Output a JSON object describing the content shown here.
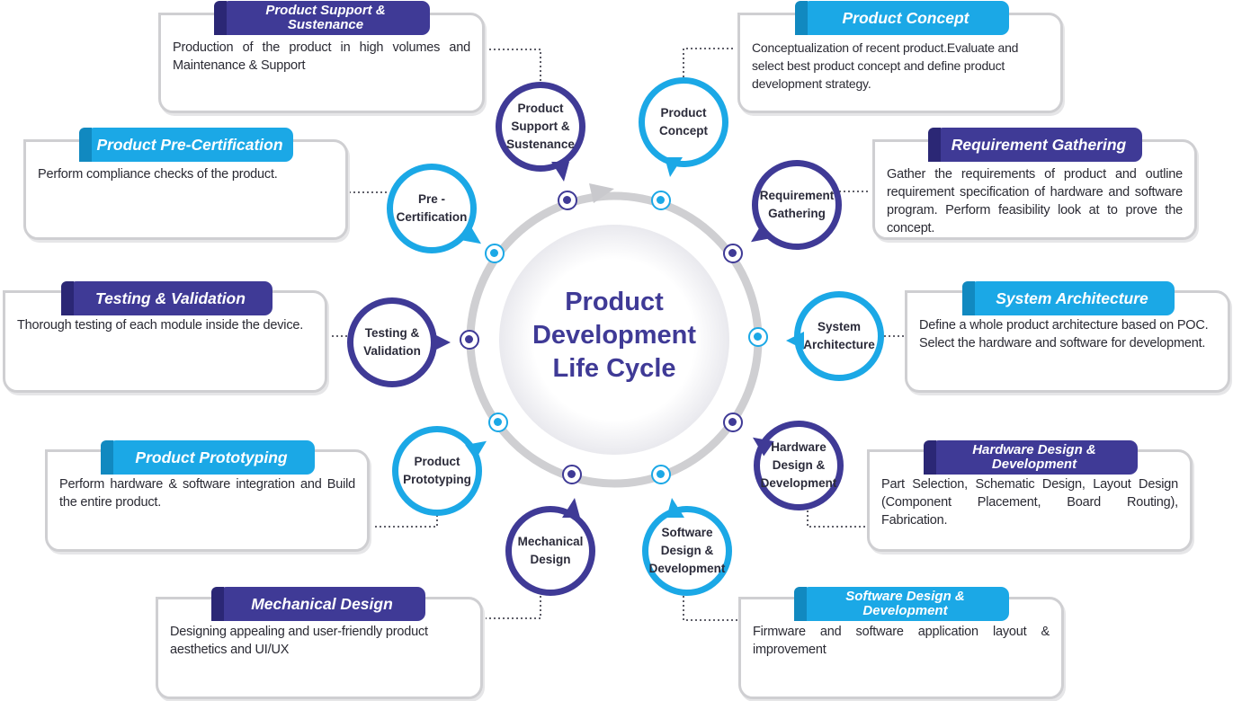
{
  "center": {
    "line1": "Product",
    "line2": "Development",
    "line3": "Life Cycle"
  },
  "colors": {
    "dark": "#3f3a96",
    "light": "#1ba8e6",
    "ring": "#cfcfd2",
    "card_border": "#cfcfd2"
  },
  "stages": {
    "support": {
      "tag_line1": "Product Support &",
      "tag_line2": "Sustenance",
      "bubble_line1": "Product",
      "bubble_line2": "Support &",
      "bubble_line3": "Sustenance",
      "desc": "Production of the product in high volumes and Maintenance & Support"
    },
    "concept": {
      "tag": "Product Concept",
      "bubble_line1": "Product",
      "bubble_line2": "Concept",
      "desc": "Conceptualization of recent product.Evaluate and select best product concept and define product development strategy."
    },
    "precert": {
      "tag": "Product Pre-Certification",
      "bubble_line1": "Pre -",
      "bubble_line2": "Certification",
      "desc": "Perform compliance checks of the product."
    },
    "requirement": {
      "tag": "Requirement Gathering",
      "bubble_line1": "Requirement",
      "bubble_line2": "Gathering",
      "desc": "Gather the requirements of product and outline requirement specification of hardware and software program. Perform feasibility look at to prove the concept."
    },
    "testing": {
      "tag": "Testing & Validation",
      "bubble_line1": "Testing &",
      "bubble_line2": "Validation",
      "desc": "Thorough testing of each module inside the device."
    },
    "architecture": {
      "tag": "System Architecture",
      "bubble_line1": "System",
      "bubble_line2": "Architecture",
      "desc": "Define a whole product architecture based on POC. Select the hardware and software for development."
    },
    "prototyping": {
      "tag": "Product Prototyping",
      "bubble_line1": "Product",
      "bubble_line2": "Prototyping",
      "desc": "Perform hardware & software integration and Build the entire product."
    },
    "hardware": {
      "tag_line1": "Hardware Design &",
      "tag_line2": "Development",
      "bubble_line1": "Hardware",
      "bubble_line2": "Design &",
      "bubble_line3": "Development",
      "desc": "Part Selection, Schematic Design, Layout Design (Component Placement, Board Routing), Fabrication."
    },
    "mechanical": {
      "tag": "Mechanical Design",
      "bubble_line1": "Mechanical",
      "bubble_line2": "Design",
      "desc": "Designing appealing and user-friendly product aesthetics and UI/UX"
    },
    "software": {
      "tag_line1": "Software Design &",
      "tag_line2": "Development",
      "bubble_line1": "Software",
      "bubble_line2": "Design &",
      "bubble_line3": "Development",
      "desc": "Firmware and software application layout & improvement"
    }
  }
}
